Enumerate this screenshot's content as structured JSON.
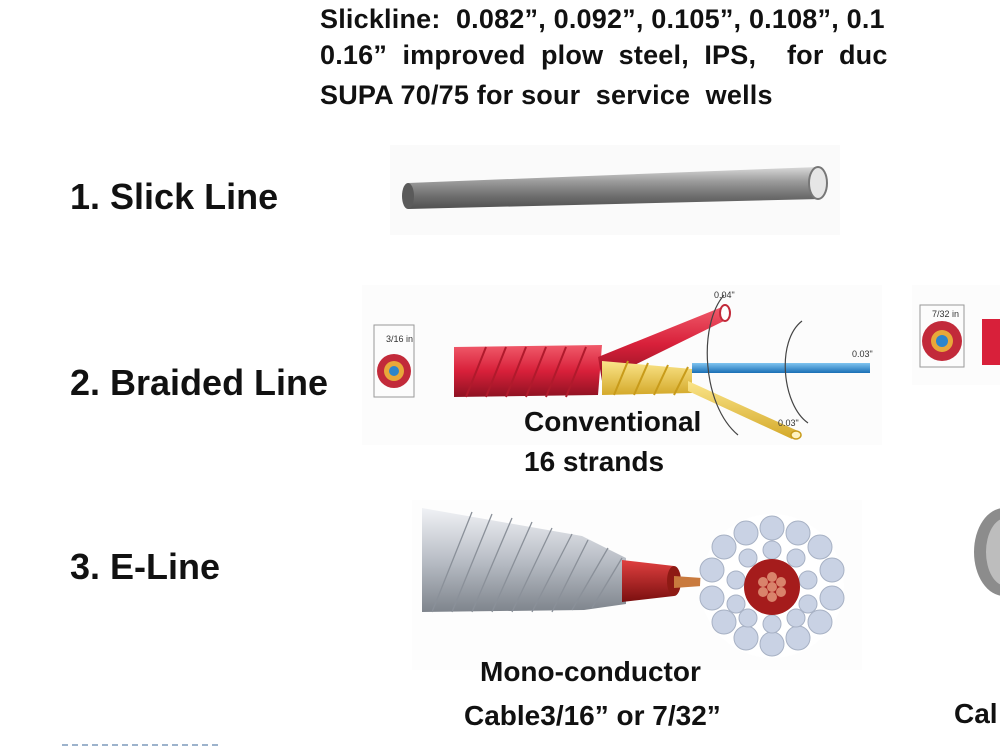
{
  "header": {
    "line1": "Slickline:  0.082”, 0.092”, 0.105”, 0.108”, 0.1",
    "line2": "0.16”  improved  plow  steel,  IPS,    for  duc",
    "line3": "SUPA 70/75 for sour  service  wells"
  },
  "rows": [
    {
      "label": "1. Slick Line"
    },
    {
      "label": "2. Braided Line"
    },
    {
      "label": "3. E-Line"
    }
  ],
  "braided": {
    "dim_top": "0.04\"",
    "dim_right": "0.03\"",
    "dim_bottom": "0.03\"",
    "section_label_left": "3/16 in",
    "section_label_right": "7/32 in",
    "caption_line1": "Conventional",
    "caption_line2": "16 strands"
  },
  "eline": {
    "caption_line1": "Mono-conductor",
    "caption_line2": "Cable3/16” or  7/32”",
    "right_caption": "Cal"
  }
}
